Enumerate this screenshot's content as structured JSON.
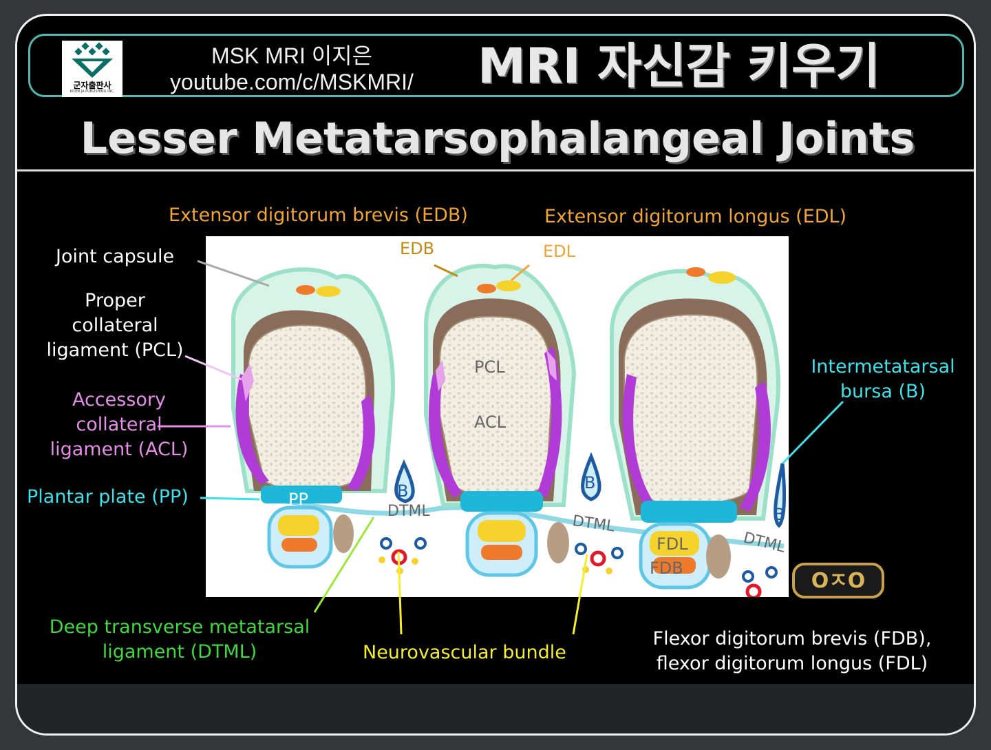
{
  "header": {
    "publisher_logo": {
      "text": "군자출판사",
      "subtext": "KOON JA PUBLISHING INC."
    },
    "channel_name": "MSK MRI 이지은",
    "channel_url": "youtube.com/c/MSKMRI/",
    "series_title": "MRI 자신감 키우기"
  },
  "title": "Lesser Metatarsophalangeal Joints",
  "labels": {
    "edb_full": "Extensor digitorum brevis (EDB)",
    "edl_full": "Extensor digitorum longus (EDL)",
    "joint_capsule": "Joint capsule",
    "pcl_full": [
      "Proper",
      "collateral",
      "ligament (PCL)"
    ],
    "acl_full": [
      "Accessory",
      "collateral",
      "ligament (ACL)"
    ],
    "plantar_plate": "Plantar plate (PP)",
    "intermetatarsal_bursa": [
      "Intermetatarsal",
      "bursa (B)"
    ],
    "dtml_full": [
      "Deep transverse metatarsal",
      "ligament (DTML)"
    ],
    "neurovascular_bundle": "Neurovascular bundle",
    "flexors": [
      "Flexor digitorum brevis (FDB),",
      "flexor digitorum longus (FDL)"
    ]
  },
  "diagram": {
    "edb": "EDB",
    "edl": "EDL",
    "pcl": "PCL",
    "acl": "ACL",
    "pp": "PP",
    "b": "B",
    "dtml": "DTML",
    "fdl": "FDL",
    "fdb": "FDB"
  },
  "watermark": "OㅈO",
  "colors": {
    "accent_orange": "#f1a433",
    "accent_pink": "#e58ee8",
    "accent_cyan": "#3ee0ea",
    "accent_green": "#3fd93f",
    "accent_yellow": "#f4ee2c",
    "banner_border": "#4fb8b0"
  }
}
